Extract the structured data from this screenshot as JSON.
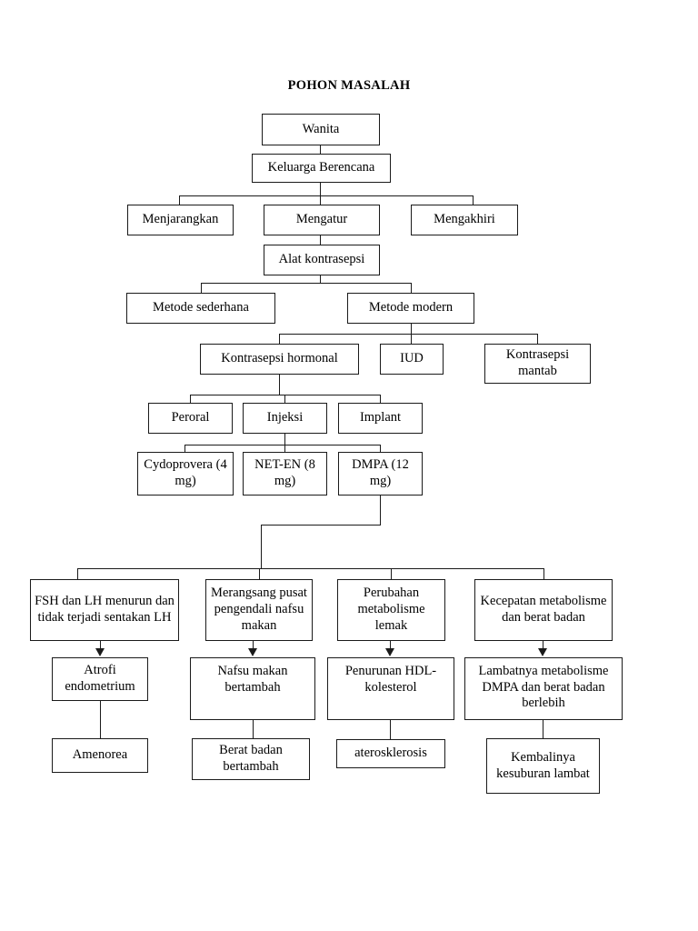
{
  "title": "POHON MASALAH",
  "nodes": {
    "wanita": "Wanita",
    "keluarga_berencana": "Keluarga Berencana",
    "menjarangkan": "Menjarangkan",
    "mengatur": "Mengatur",
    "mengakhiri": "Mengakhiri",
    "alat_kontrasepsi": "Alat kontrasepsi",
    "metode_sederhana": "Metode sederhana",
    "metode_modern": "Metode modern",
    "kontrasepsi_hormonal": "Kontrasepsi hormonal",
    "iud": "IUD",
    "kontrasepsi_mantab": "Kontrasepsi mantab",
    "peroral": "Peroral",
    "injeksi": "Injeksi",
    "implant": "Implant",
    "cydoprovera": "Cydoprovera (4 mg)",
    "net_en": "NET-EN (8 mg)",
    "dmpa": "DMPA (12 mg)",
    "fsh_lh": "FSH dan LH menurun dan tidak terjadi sentakan LH",
    "atrofi": "Atrofi endometrium",
    "amenorea": "Amenorea",
    "merangsang": "Merangsang pusat pengendali nafsu makan",
    "nafsu_makan": "Nafsu makan bertambah",
    "berat_badan": "Berat badan bertambah",
    "perubahan": "Perubahan metabolisme lemak",
    "penurunan_hdl": "Penurunan HDL-kolesterol",
    "aterosklerosis": "aterosklerosis",
    "kecepatan": "Kecepatan metabolisme dan berat badan",
    "lambatnya": "Lambatnya metabolisme DMPA dan berat badan berlebih",
    "kembalinya": "Kembalinya kesuburan lambat"
  },
  "colors": {
    "stroke": "#1a1a1a",
    "background": "#ffffff",
    "text": "#000000"
  }
}
